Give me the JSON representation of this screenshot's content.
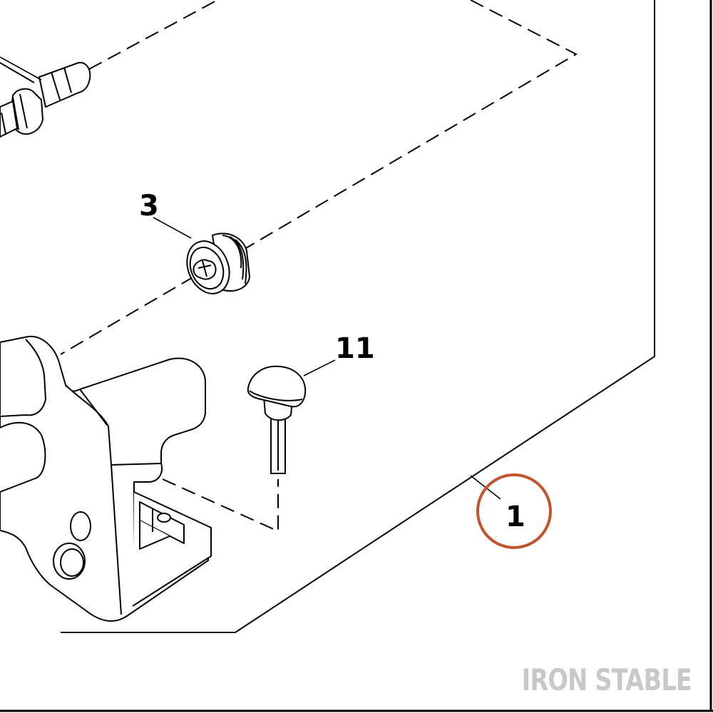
{
  "callouts": {
    "part_3": "3",
    "part_11": "11",
    "part_1": "1"
  },
  "watermark": "IRON STABLE",
  "colors": {
    "line": "#000000",
    "highlight_circle": "#c0552e",
    "watermark": "#c8c8c8",
    "background": "#ffffff"
  }
}
